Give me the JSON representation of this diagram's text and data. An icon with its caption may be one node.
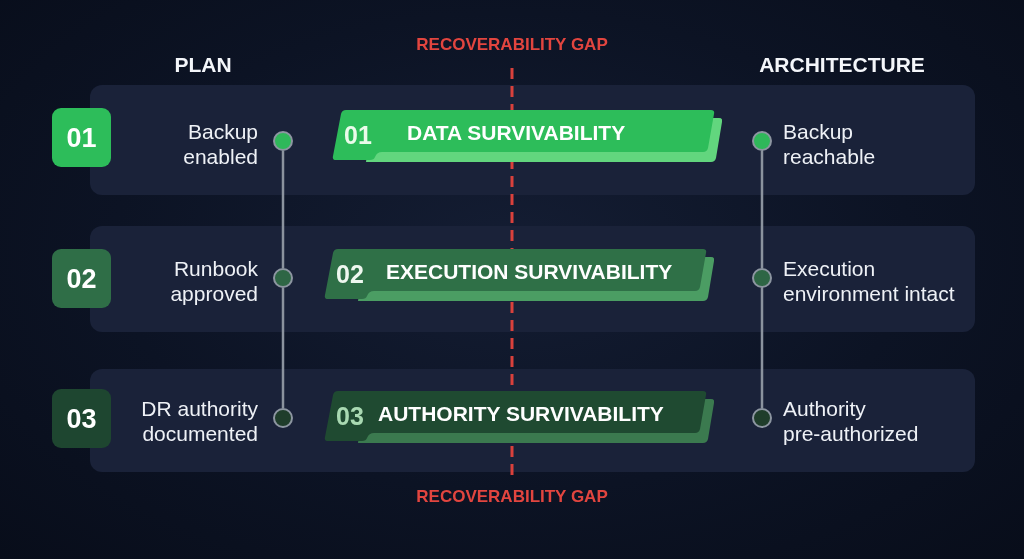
{
  "diagram": {
    "nodes": [
      {
        "text": [],
        "shape": "band"
      },
      {
        "text": [
          "01"
        ]
      },
      {
        "text": [],
        "shape": "circle",
        "in": 0,
        "beside": [
          "Backup enabled"
        ]
      },
      {
        "text": [
          "01",
          "DATA SURVIVABILITY"
        ],
        "in": 0
      },
      {
        "text": [],
        "shape": "circle",
        "in": 0,
        "beside": [
          "Backup reachable"
        ]
      },
      {
        "text": [],
        "shape": "band"
      },
      {
        "text": [
          "02"
        ]
      },
      {
        "text": [],
        "shape": "circle",
        "in": 5,
        "beside": [
          "Runbook approved"
        ]
      },
      {
        "text": [
          "02",
          "EXECUTION SURVIVABILITY"
        ],
        "in": 5
      },
      {
        "text": [],
        "shape": "circle",
        "in": 5,
        "beside": [
          "Execution environment intact"
        ]
      },
      {
        "text": [],
        "shape": "band"
      },
      {
        "text": [
          "03"
        ]
      },
      {
        "text": [],
        "shape": "circle",
        "in": 10,
        "beside": [
          "DR authority documented"
        ]
      },
      {
        "text": [
          "03",
          "AUTHORITY SURVIVABILITY"
        ],
        "in": 10
      },
      {
        "text": [],
        "shape": "circle",
        "in": 10,
        "beside": [
          "Authority pre-authorized"
        ]
      }
    ],
    "edges": [
      {
        "from": 2,
        "to": 7,
        "arrow": "none"
      },
      {
        "from": 7,
        "to": 12,
        "arrow": "none"
      },
      {
        "from": 4,
        "to": 9,
        "arrow": "none"
      },
      {
        "from": 9,
        "to": 14,
        "arrow": "none"
      }
    ],
    "labels": [
      "RECOVERABILITY GAP",
      "PLAN",
      "ARCHITECTURE",
      "RECOVERABILITY GAP"
    ]
  }
}
